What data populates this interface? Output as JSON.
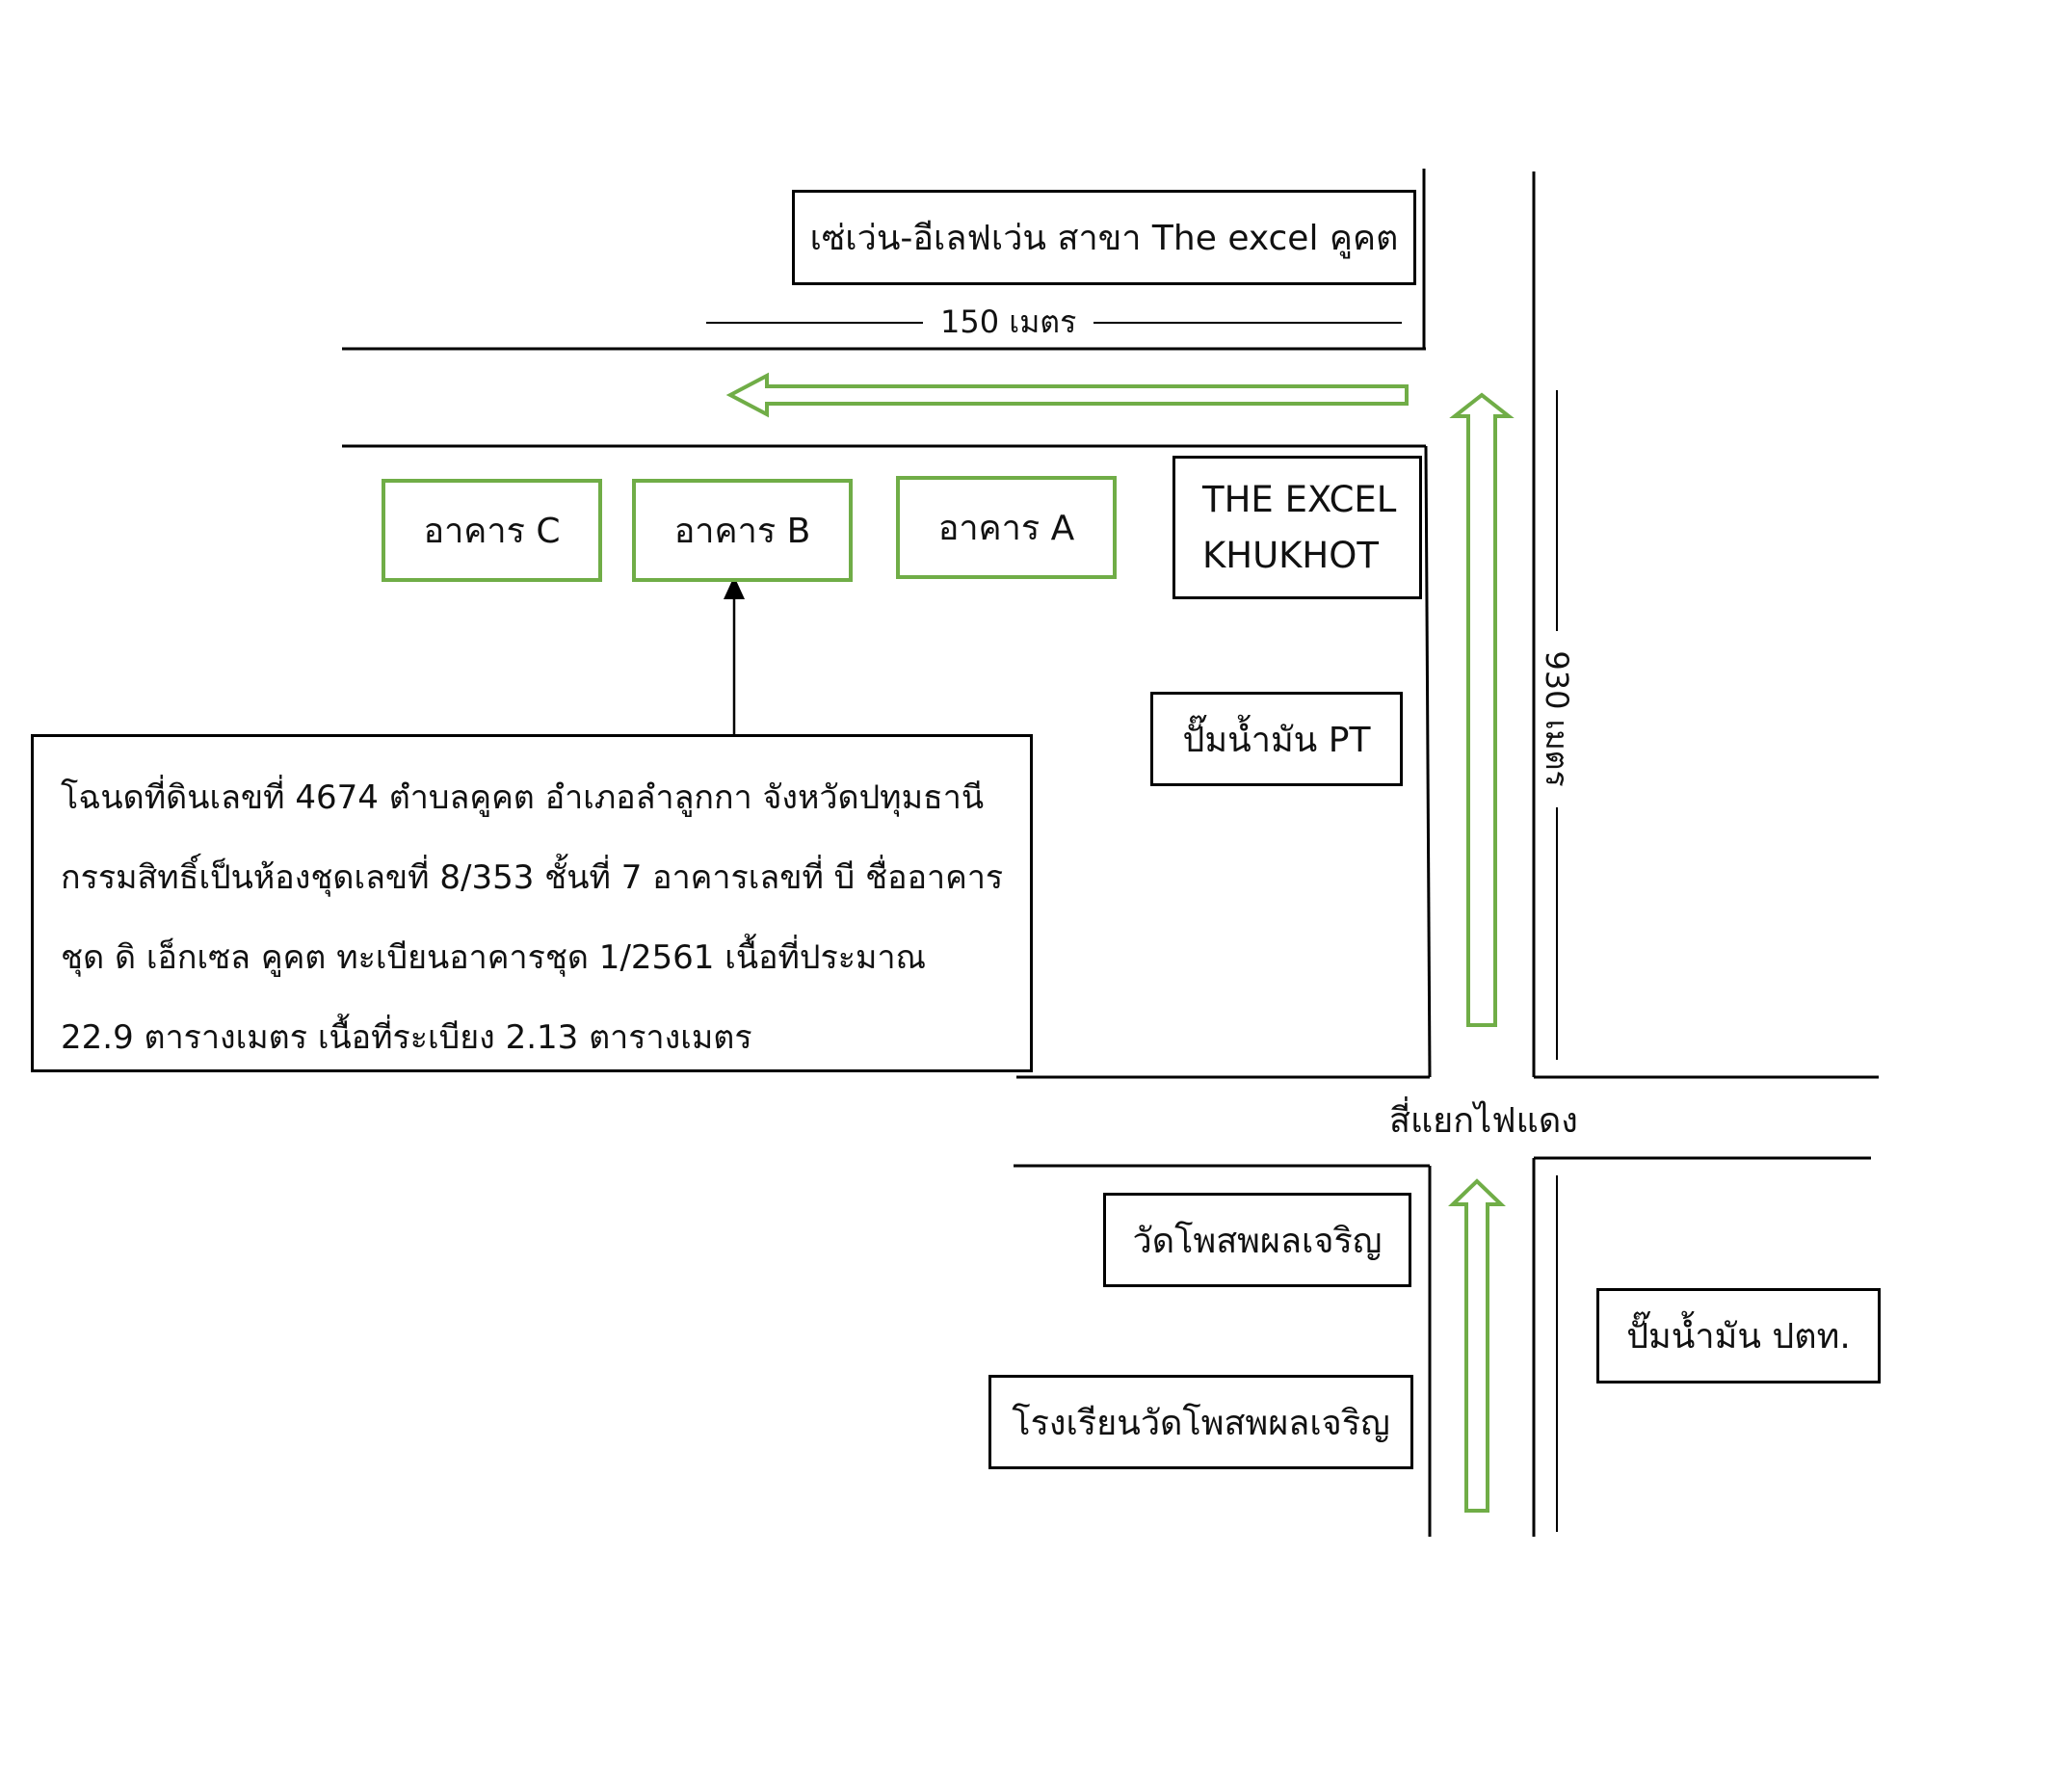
{
  "places": {
    "seven_eleven": "เซ่เว่น-อีเลฟเว่น สาขา The excel คูคต",
    "building_c": "อาคาร C",
    "building_b": "อาคาร B",
    "building_a": "อาคาร A",
    "the_excel_line1": "THE EXCEL",
    "the_excel_line2": "KHUKHOT",
    "pt_station": "ปั๊มน้ำมัน PT",
    "temple": "วัดโพสพผลเจริญ",
    "school": "โรงเรียนวัดโพสพผลเจริญ",
    "ptt_station": "ปั๊มน้ำมัน ปตท.",
    "intersection": "สี่แยกไฟแดง"
  },
  "distances": {
    "horizontal": "150 เมตร",
    "vertical": "930 เมตร"
  },
  "deed": {
    "lines": [
      "โฉนดที่ดินเลขที่ 4674 ตำบลคูคต อำเภอลำลูกกา จังหวัดปทุมธานี",
      "กรรมสิทธิ์เป็นห้องชุดเลขที่ 8/353 ชั้นที่ 7 อาคารเลขที่ บี ชื่ออาคาร",
      "ชุด ดิ เอ็กเซล คูคต ทะเบียนอาคารชุด 1/2561 เนื้อที่ประมาณ",
      "22.9 ตารางเมตร เนื้อที่ระเบียง 2.13 ตารางเมตร"
    ]
  },
  "colors": {
    "route_arrow": "#70ad47",
    "building_border": "#70ad47",
    "road_line": "#000000"
  },
  "icons": {
    "route_arrow": "hollow-block-arrow",
    "pointer": "solid-arrowhead"
  }
}
